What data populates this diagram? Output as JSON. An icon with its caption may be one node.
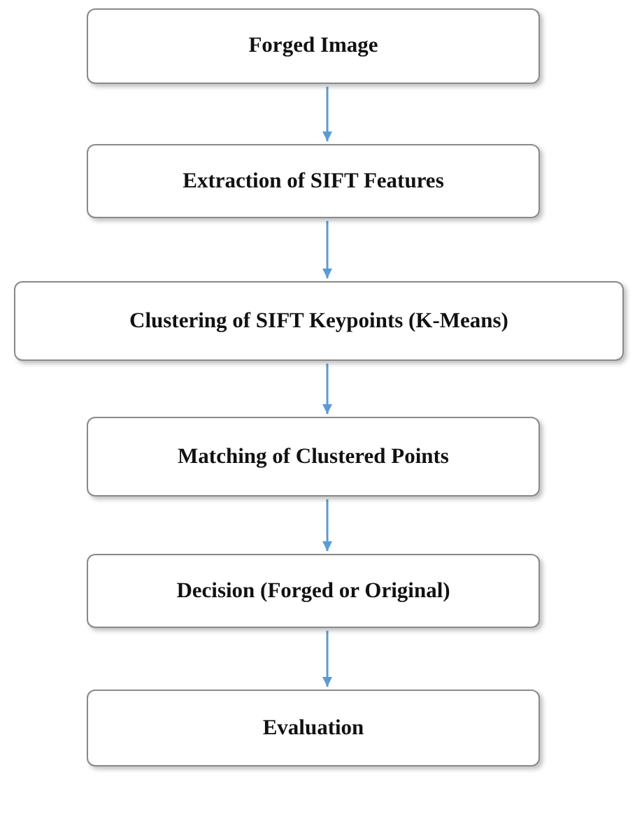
{
  "diagram": {
    "nodes": [
      {
        "text": [
          "Forged Image"
        ]
      },
      {
        "text": [
          "Extraction of SIFT Features"
        ]
      },
      {
        "text": [
          "Clustering of SIFT Keypoints (K-Means)"
        ]
      },
      {
        "text": [
          "Matching of Clustered Points"
        ]
      },
      {
        "text": [
          "Decision (Forged or Original)"
        ]
      },
      {
        "text": [
          "Evaluation"
        ]
      }
    ],
    "edges": [
      {
        "from": 0,
        "to": 1,
        "arrow": "to"
      },
      {
        "from": 1,
        "to": 2,
        "arrow": "to"
      },
      {
        "from": 2,
        "to": 3,
        "arrow": "to"
      },
      {
        "from": 3,
        "to": 4,
        "arrow": "to"
      },
      {
        "from": 4,
        "to": 5,
        "arrow": "to"
      }
    ]
  }
}
